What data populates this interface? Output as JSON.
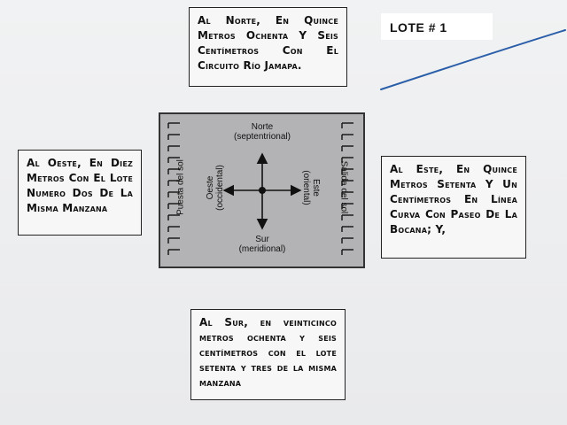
{
  "lote_title": "LOTE # 1",
  "boundaries": {
    "north": "Al Norte, En Quince Metros Ochenta Y Seis Centímetros Con El Circuito Río Jamapa.",
    "west": "Al Oeste, En Diez Metros Con El Lote Numero Dos De La Misma Manzana",
    "east": "Al Este, En Quince Metros Setenta Y Un Centímetros En Línea Curva Con Paseo De La Bocana; Y,",
    "south": "Al Sur, en veinticinco metros ochenta y seis centímetros con el lote setenta y tres de la misma manzana"
  },
  "compass": {
    "north": "Norte",
    "north_sub": "(septentrional)",
    "south": "Sur",
    "south_sub": "(meridional)",
    "west": "Oeste",
    "west_sub": "(occidental)",
    "east": "Este",
    "east_sub": "(oriental)",
    "sunset": "Puesta del sol",
    "sunrise": "Salida del sol"
  },
  "colors": {
    "panel": "#b3b3b5",
    "ink": "#111111",
    "sketch_line": "#2b5ea8"
  }
}
